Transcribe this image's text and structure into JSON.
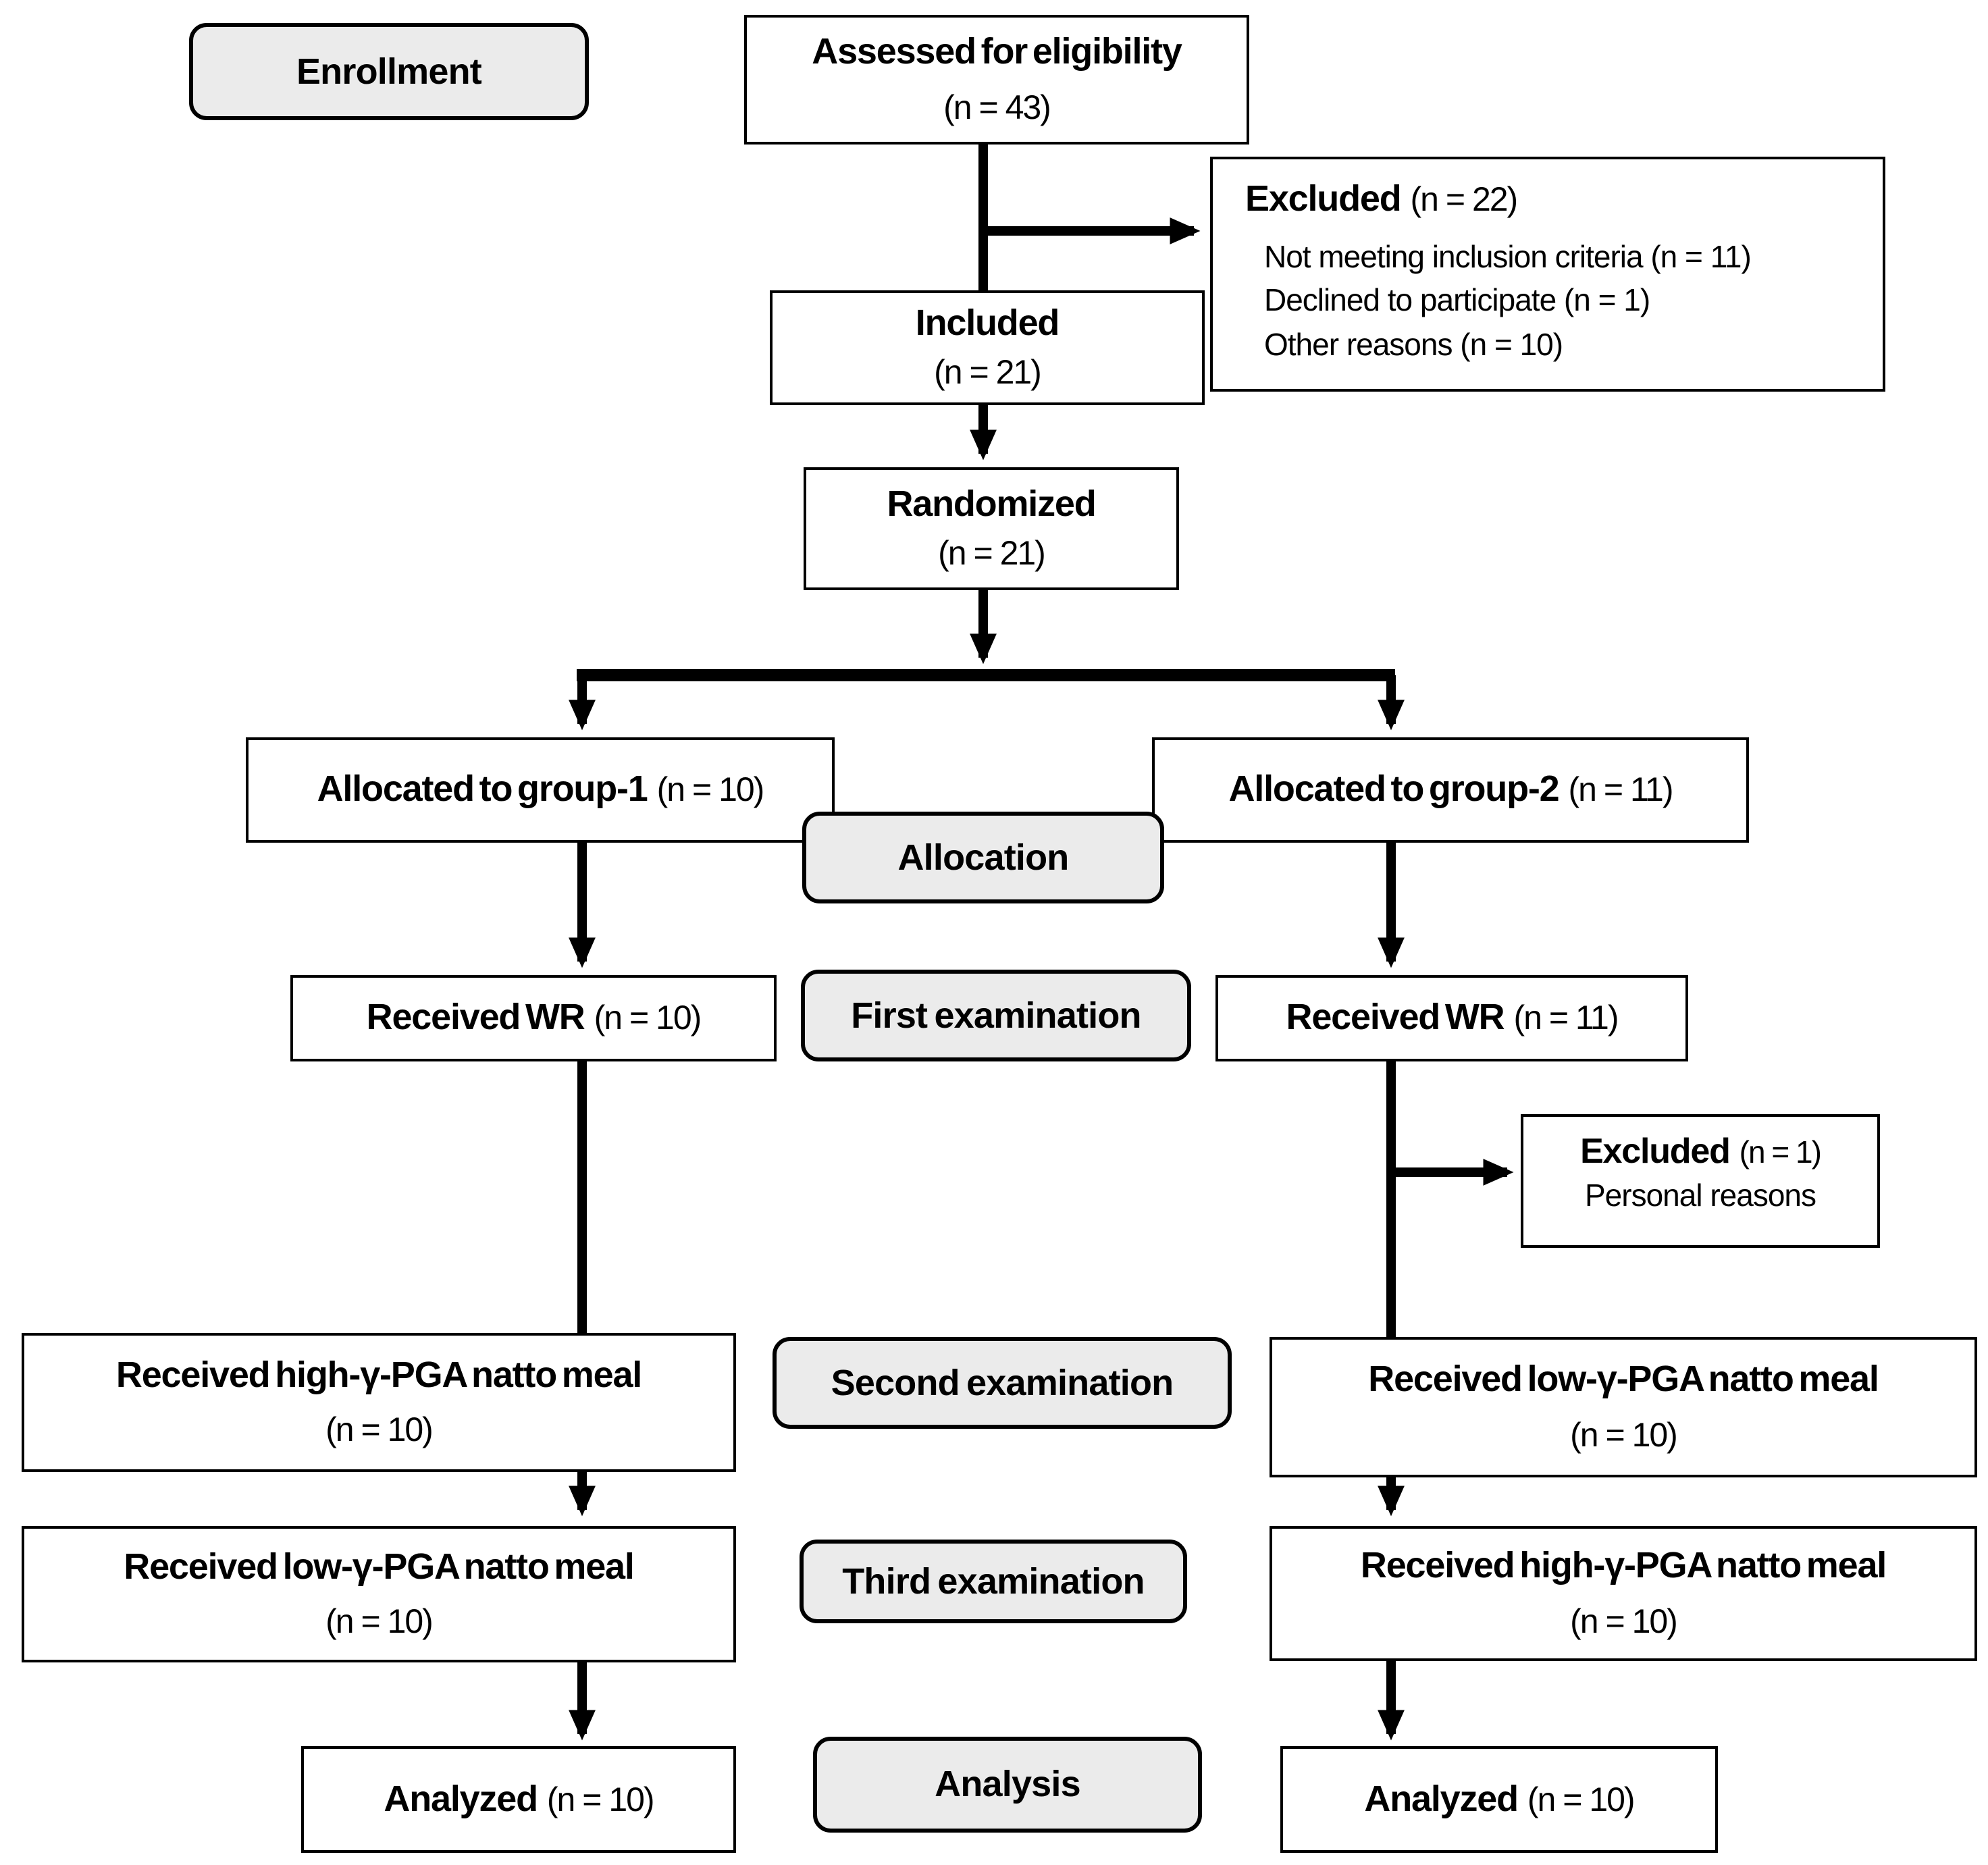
{
  "diagram": {
    "stages": {
      "enrollment": "Enrollment",
      "allocation": "Allocation",
      "first_examination": "First examination",
      "second_examination": "Second examination",
      "third_examination": "Third examination",
      "analysis": "Analysis"
    },
    "boxes": {
      "assessed": {
        "title": "Assessed for eligibility",
        "n": "(n = 43)"
      },
      "excluded_enrollment": {
        "title": "Excluded",
        "n": "(n = 22)",
        "reasons": [
          "Not meeting inclusion criteria (n = 11)",
          "Declined to participate (n = 1)",
          "Other reasons (n = 10)"
        ]
      },
      "included": {
        "title": "Included",
        "n": "(n = 21)"
      },
      "randomized": {
        "title": "Randomized",
        "n": "(n = 21)"
      },
      "allocated_group1": {
        "title": "Allocated to group-1",
        "n": "(n = 10)"
      },
      "allocated_group2": {
        "title": "Allocated to group-2",
        "n": "(n = 11)"
      },
      "received_wr_group1": {
        "title": "Received WR",
        "n": "(n = 10)"
      },
      "received_wr_group2": {
        "title": "Received WR",
        "n": "(n = 11)"
      },
      "excluded_after_wr": {
        "title": "Excluded",
        "n": "(n = 1)",
        "reasons": [
          "Personal reasons"
        ]
      },
      "second_group1": {
        "title": "Received high-γ-PGA natto meal",
        "n": "(n = 10)"
      },
      "second_group2": {
        "title": "Received low-γ-PGA natto meal",
        "n": "(n = 10)"
      },
      "third_group1": {
        "title": "Received low-γ-PGA natto meal",
        "n": "(n = 10)"
      },
      "third_group2": {
        "title": "Received high-γ-PGA natto meal",
        "n": "(n = 10)"
      },
      "analyzed_group1": {
        "title": "Analyzed",
        "n": "(n = 10)"
      },
      "analyzed_group2": {
        "title": "Analyzed",
        "n": "(n = 10)"
      }
    },
    "colors": {
      "line": "#000000",
      "box_fill": "#ffffff",
      "box_border": "#000000",
      "stage_label_fill": "#ebebeb"
    }
  }
}
